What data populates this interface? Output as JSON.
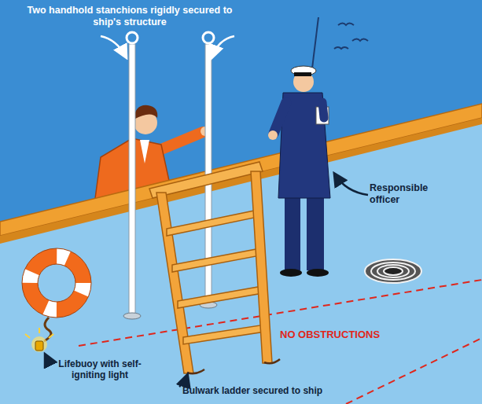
{
  "diagram": {
    "labels": [
      "Two handhold stanchions rigidly secured to ship's structure",
      "Responsible officer",
      "NO OBSTRUCTIONS",
      "Lifebuoy with self-igniting light",
      "Bulwark ladder secured to ship"
    ]
  }
}
